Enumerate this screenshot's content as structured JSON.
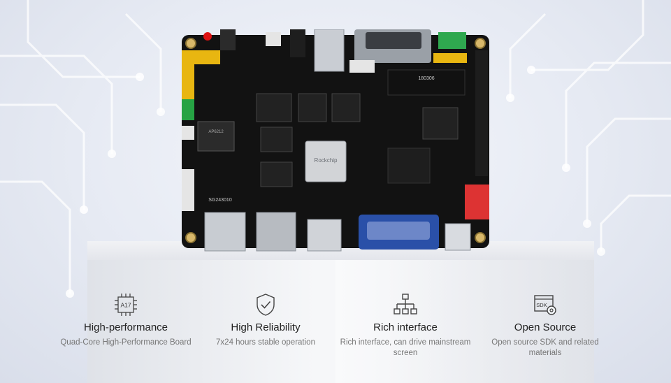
{
  "board": {
    "chip_labels": {
      "soc": "Rockchip",
      "wifi": "AP6212",
      "pcie_sticker": "180306",
      "serial": "SG243010"
    }
  },
  "features": [
    {
      "icon": "cpu-chip-icon",
      "badge": "A17",
      "title": "High-performance",
      "desc": "Quad-Core High-Performance Board"
    },
    {
      "icon": "shield-check-icon",
      "title": "High Reliability",
      "desc": "7x24 hours stable operation"
    },
    {
      "icon": "network-hierarchy-icon",
      "title": "Rich interface",
      "desc": "Rich interface, can drive mainstream screen"
    },
    {
      "icon": "sdk-gear-icon",
      "badge": "SDK",
      "title": "Open Source",
      "desc": "Open source SDK and related materials"
    }
  ]
}
